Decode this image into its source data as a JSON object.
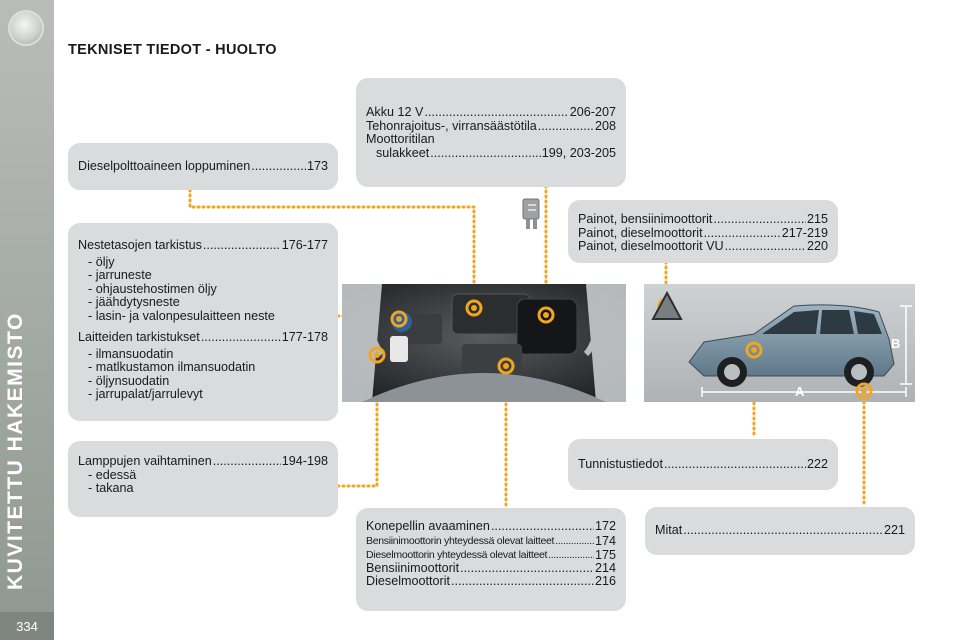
{
  "sidebar": {
    "title": "KUVITETTU HAKEMISTO",
    "page_number": "334"
  },
  "page_title": "TEKNISET TIEDOT - HUOLTO",
  "boxes": {
    "diesel": {
      "rows": [
        {
          "label": "Dieselpolttoaineen loppuminen",
          "page": "173"
        }
      ]
    },
    "battery": {
      "rows": [
        {
          "label": "Akku 12 V",
          "page": "206-207"
        },
        {
          "label": "Tehonrajoitus-, virransäästötila",
          "page": "208"
        }
      ],
      "fuse_line1": "Moottoritilan",
      "fuse_line2": "sulakkeet",
      "fuse_page": "199, 203-205"
    },
    "levels": {
      "row1": {
        "label": "Nestetasojen tarkistus",
        "page": "176-177"
      },
      "items1": [
        "öljy",
        "jarruneste",
        "ohjaustehostimen öljy",
        "jäähdytysneste",
        "lasin- ja valonpesulaitteen neste"
      ],
      "row2": {
        "label": "Laitteiden tarkistukset",
        "page": "177-178"
      },
      "items2": [
        "ilmansuodatin",
        "matlkustamon ilmansuodatin",
        "öljynsuodatin",
        "jarrupalat/jarrulevyt"
      ]
    },
    "lamps": {
      "row": {
        "label": "Lamppujen vaihtaminen",
        "page": "194-198"
      },
      "items": [
        "edessä",
        "takana"
      ]
    },
    "bonnet": {
      "rows": [
        {
          "label": "Konepellin avaaminen",
          "page": "172"
        },
        {
          "label": "Bensiinimoottorin yhteydessä olevat laitteet",
          "page": "174"
        },
        {
          "label": "Dieselmoottorin yhteydessä olevat laitteet",
          "page": "175"
        },
        {
          "label": "Bensiinimoottorit",
          "page": "214"
        },
        {
          "label": "Dieselmoottorit",
          "page": "216"
        }
      ]
    },
    "weights": {
      "rows": [
        {
          "label": "Painot, bensiinimoottorit",
          "page": "215"
        },
        {
          "label": "Painot, dieselmoottorit",
          "page": "217-219"
        },
        {
          "label": "Painot, dieselmoottorit VU",
          "page": "220"
        }
      ]
    },
    "identification": {
      "rows": [
        {
          "label": "Tunnistustiedot",
          "page": "222"
        }
      ]
    },
    "dimensions": {
      "rows": [
        {
          "label": "Mitat",
          "page": "221"
        }
      ]
    }
  },
  "car_labels": {
    "length": "A",
    "height": "B"
  },
  "colors": {
    "box_bg": "#d9dbdc",
    "marker": "#f2a51e",
    "leader": "#f2a51e",
    "sidebar": "#9aa19a"
  }
}
